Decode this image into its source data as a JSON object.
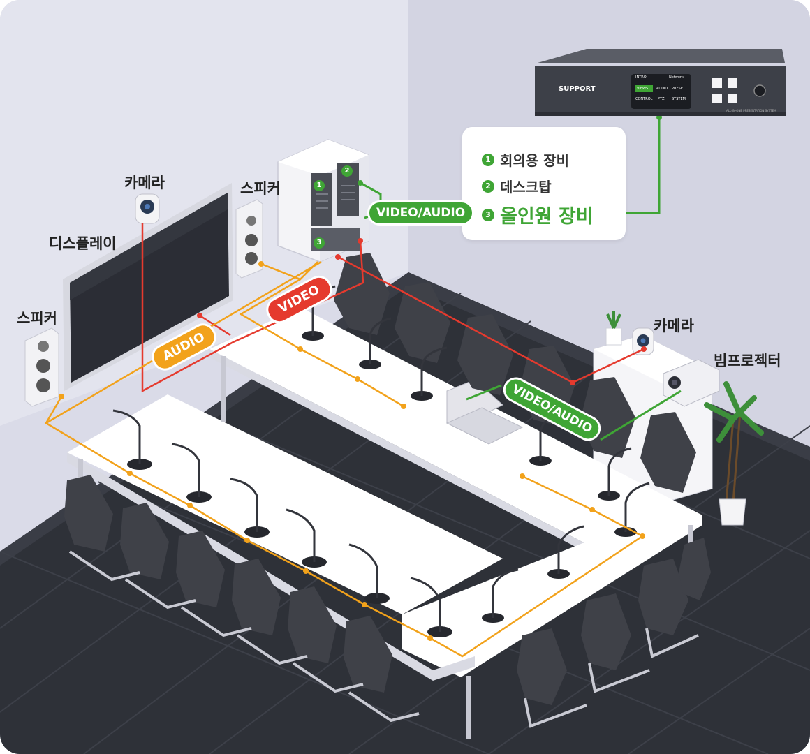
{
  "labels": {
    "camera_left": "카메라",
    "speaker_right": "스피커",
    "display": "디스플레이",
    "speaker_left": "스피커",
    "camera_right": "카메라",
    "projector": "빔프로젝터"
  },
  "callout": {
    "items": [
      {
        "num": "1",
        "text": "회의용 장비"
      },
      {
        "num": "2",
        "text": "데스크탑"
      },
      {
        "num": "3",
        "text": "올인원 장비"
      }
    ]
  },
  "connections": {
    "video_audio_top": "VIDEO/AUDIO",
    "video": "VIDEO",
    "audio": "AUDIO",
    "video_audio_bottom": "VIDEO/AUDIO"
  },
  "rack_numbers": [
    "1",
    "2",
    "3"
  ],
  "device_panel": {
    "brand": "SUPPORT",
    "screen_title": "INTRO",
    "network_label": "Network",
    "menu": [
      "VIEWS",
      "AUDIO",
      "PRESET",
      "CONTROL",
      "PTZ",
      "SYSTEM"
    ],
    "footer": "ALL-IN-ONE PRESENTATION SYSTEM"
  },
  "colors": {
    "green": "#3fa535",
    "red": "#e53a2e",
    "orange": "#f2a21b",
    "wall": "#dadbe8",
    "floor": "#2e3138",
    "table": "#ffffff"
  }
}
